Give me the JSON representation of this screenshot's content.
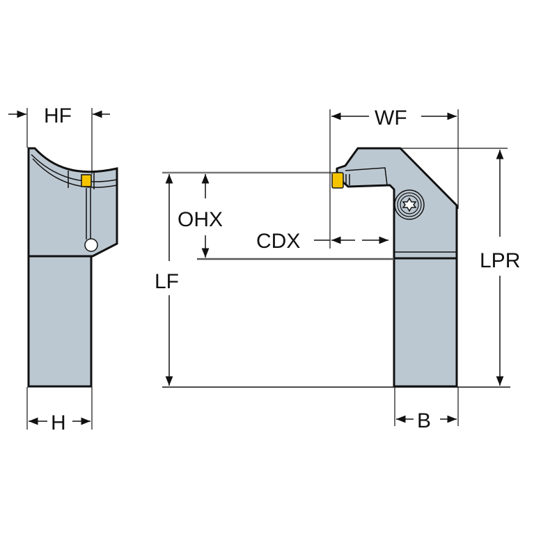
{
  "diagram": {
    "title": "Parting/grooving tool holder dimension drawing",
    "colors": {
      "body_fill": "#bcc8d1",
      "outline": "#111111",
      "insert": "#f5c400",
      "dimension_line": "#111111",
      "reference_line": "#777777"
    },
    "side_view": {
      "labels": {
        "hf": "HF",
        "h": "H"
      }
    },
    "front_view": {
      "labels": {
        "wf": "WF",
        "ohx": "OHX",
        "cdx": "CDX",
        "lf": "LF",
        "lpr": "LPR",
        "b": "B"
      },
      "screw_icon": "torx-screw"
    }
  }
}
